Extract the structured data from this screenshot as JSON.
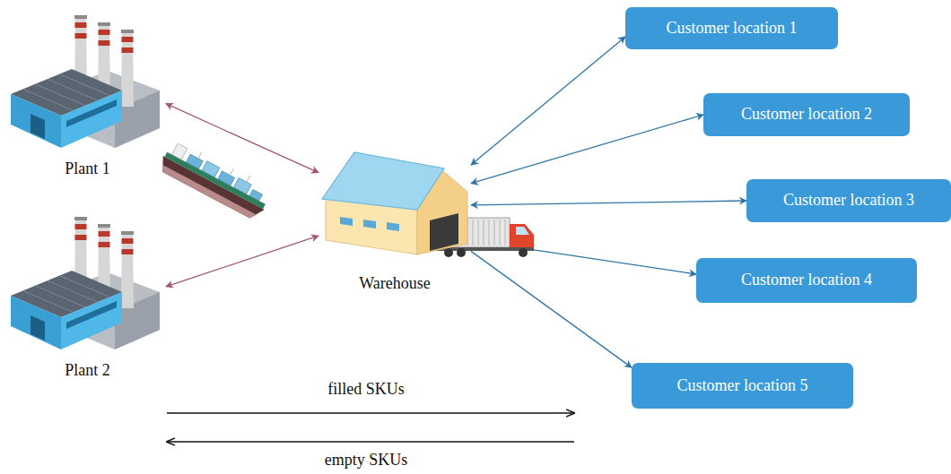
{
  "diagram": {
    "nodes": [
      {
        "text": [
          "Plant 1"
        ]
      },
      {
        "text": [
          "Plant 2"
        ]
      },
      {
        "text": [
          "Warehouse"
        ]
      },
      {
        "text": [
          "Customer location 1"
        ]
      },
      {
        "text": [
          "Customer location 2"
        ]
      },
      {
        "text": [
          "Customer location 3"
        ]
      },
      {
        "text": [
          "Customer location 4"
        ]
      },
      {
        "text": [
          "Customer location 5"
        ]
      }
    ],
    "edges": [
      {
        "from": 0,
        "to": 2,
        "arrow": "both"
      },
      {
        "from": 1,
        "to": 2,
        "arrow": "both"
      },
      {
        "from": 2,
        "to": 3,
        "arrow": "both"
      },
      {
        "from": 2,
        "to": 4,
        "arrow": "both"
      },
      {
        "from": 2,
        "to": 5,
        "arrow": "both"
      },
      {
        "from": 2,
        "to": 6,
        "arrow": "to"
      },
      {
        "from": 2,
        "to": 7,
        "arrow": "to"
      }
    ],
    "labels": [
      "filled SKUs",
      "empty SKUs"
    ]
  }
}
